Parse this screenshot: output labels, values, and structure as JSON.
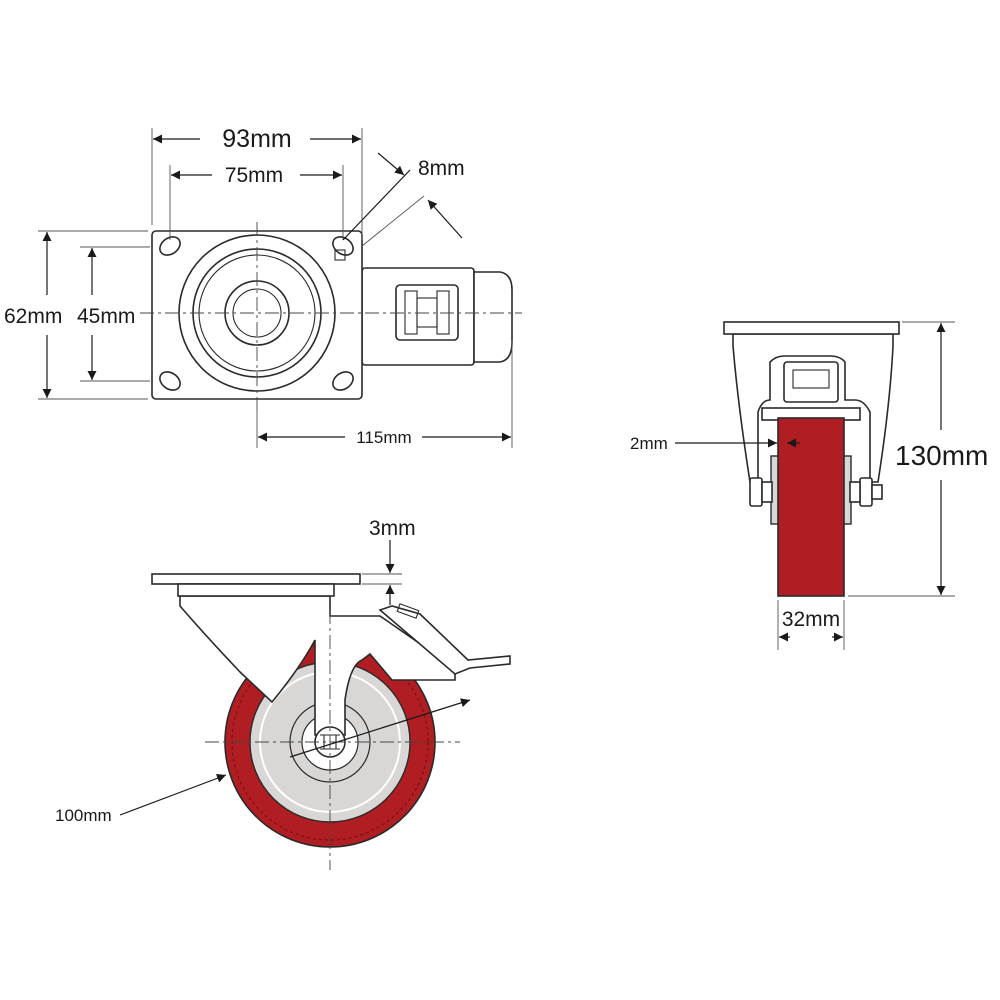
{
  "drawing": {
    "wheel_color": "#b01e23",
    "wheel_color_dark": "#7e1216",
    "hub_color": "#d9d7d5",
    "line_color": "#2a2a2a",
    "top_view": {
      "plate_width": "93mm",
      "hole_spacing_width": "75mm",
      "hole_diameter": "8mm",
      "plate_length": "62mm",
      "hole_spacing_length": "45mm",
      "overall_length": "115mm"
    },
    "front_view": {
      "plate_thickness": "3mm",
      "wheel_diameter": "100mm"
    },
    "side_view": {
      "offset": "2mm",
      "total_height": "130mm",
      "wheel_width": "32mm"
    }
  }
}
